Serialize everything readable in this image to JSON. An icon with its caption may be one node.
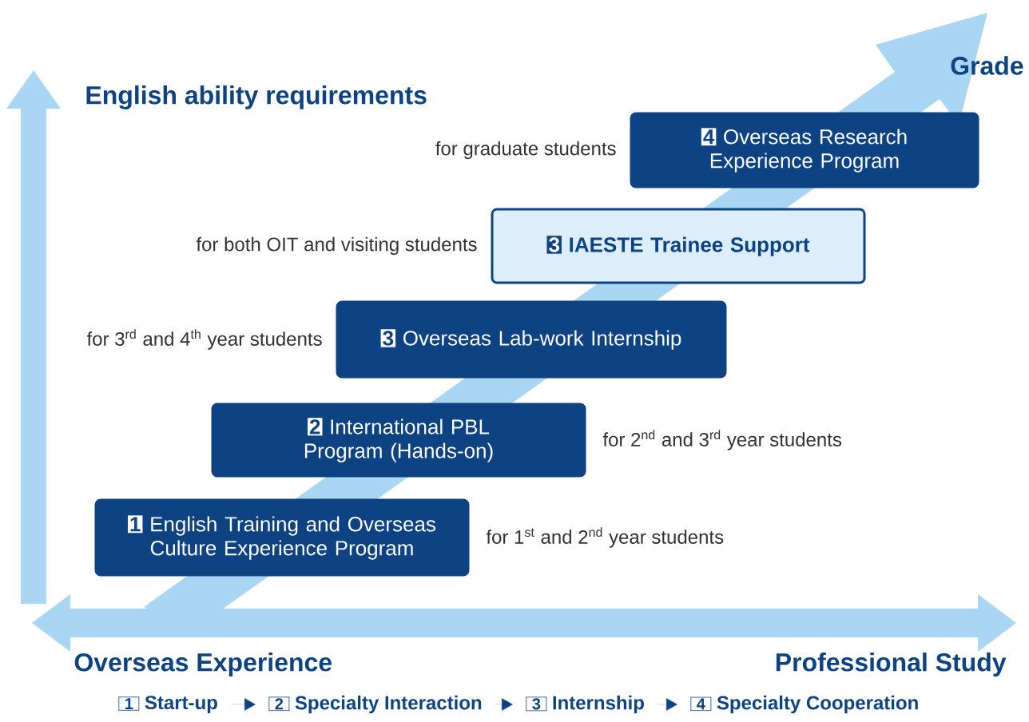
{
  "diagram": {
    "nodes": [
      {
        "text": [
          "4",
          "Overseas Research Experience Program"
        ],
        "beside": [
          "for graduate students"
        ]
      },
      {
        "text": [
          "3",
          "IAESTE Trainee Support"
        ],
        "beside": [
          "for both OIT and visiting students"
        ]
      },
      {
        "text": [
          "3",
          "Overseas Lab-work Internship"
        ],
        "beside": [
          "for 3$^{rd}$ and 4$^{th}$ year students"
        ]
      },
      {
        "text": [
          "2",
          "International PBL Program (Hands-on)"
        ],
        "beside": [
          "for 2$^{nd}$ and 3$^{rd}$ year students"
        ]
      },
      {
        "text": [
          "1",
          "English Training and Overseas Culture Experience Program"
        ],
        "beside": [
          "for 1$^{st}$ and 2$^{nd}$ year students"
        ]
      },
      {
        "text": [
          "1",
          "Start-up"
        ]
      },
      {
        "text": [
          "2",
          "Specialty Interaction"
        ]
      },
      {
        "text": [
          "3",
          "Internship"
        ]
      },
      {
        "text": [
          "4",
          "Specialty Cooperation"
        ]
      }
    ],
    "edges": [
      {
        "from": 5,
        "to": 6,
        "arrow": "to"
      },
      {
        "from": 6,
        "to": 7,
        "arrow": "to"
      },
      {
        "from": 7,
        "to": 8,
        "arrow": "to"
      }
    ],
    "labels": [
      "English ability requirements",
      "Grade",
      "Overseas Experience",
      "Professional Study"
    ]
  }
}
